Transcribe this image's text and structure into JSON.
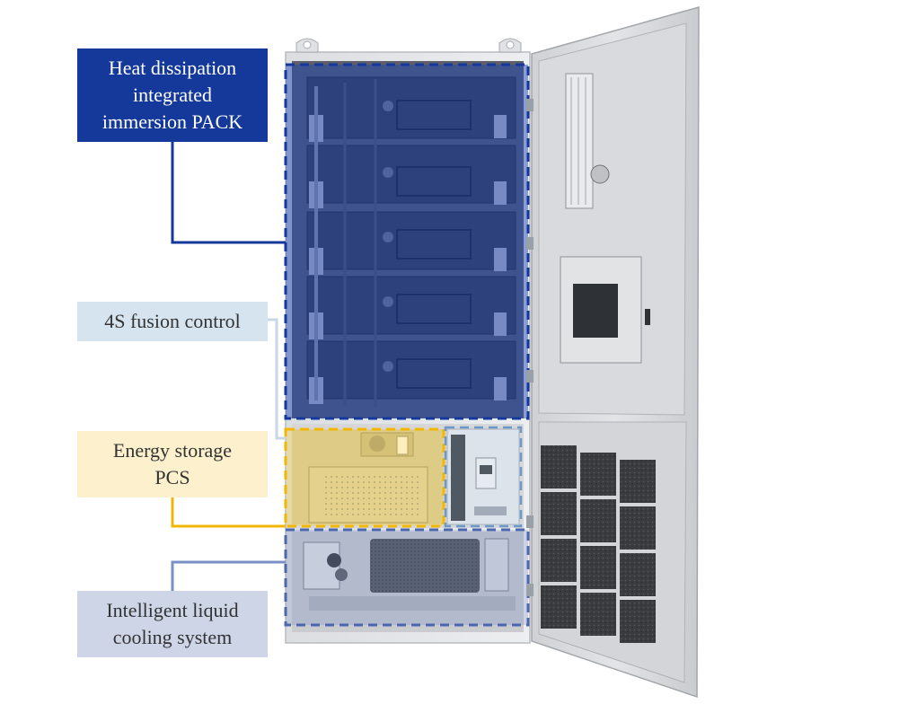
{
  "labels": {
    "pack": [
      "Heat dissipation",
      "integrated",
      "immersion PACK"
    ],
    "fusion_control": [
      "4S fusion control"
    ],
    "pcs": [
      "Energy storage",
      "PCS"
    ],
    "cooling": [
      "Intelligent liquid",
      "cooling system"
    ]
  },
  "colors": {
    "pack": "#14399a",
    "fusion_control": "#d6e4ef",
    "pcs": "#fdf0cc",
    "pcs_line": "#f2b705",
    "cooling": "#cdd5e7",
    "cooling_line": "#7a8fc4",
    "fusion_line": "#c9d6e4",
    "cabinet": "#e6e7e9"
  },
  "battery_pack_count": 5,
  "filter_panel_grid": {
    "rows": 4,
    "cols": 3
  }
}
